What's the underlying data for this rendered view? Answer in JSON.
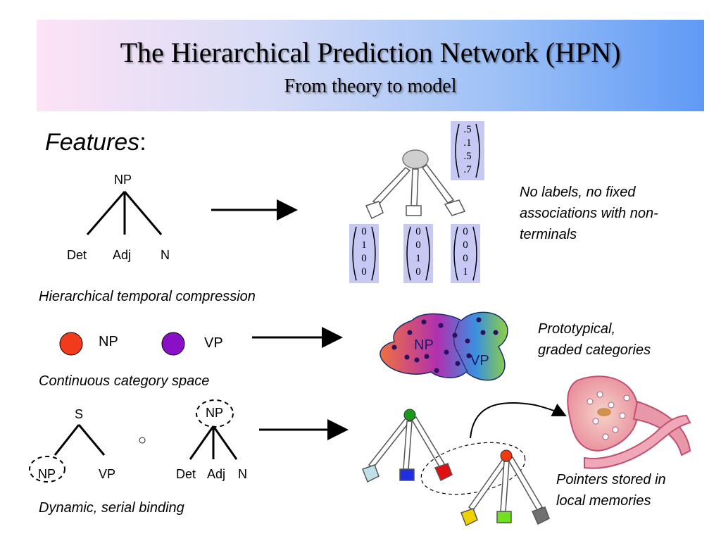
{
  "slide": {
    "title": "The Hierarchical Prediction Network (HPN)",
    "subtitle": "From theory to model",
    "features_word": "Features",
    "features_colon": ":"
  },
  "tree_np": {
    "root": "NP",
    "leaves": [
      "Det",
      "Adj",
      "N"
    ]
  },
  "vectors": {
    "top": [
      ".5",
      ".1",
      ".5",
      ".7"
    ],
    "left": [
      "0",
      "1",
      "0",
      "0"
    ],
    "middle": [
      "0",
      "0",
      "1",
      "0"
    ],
    "right": [
      "0",
      "0",
      "0",
      "1"
    ]
  },
  "notes": {
    "no_labels": [
      "No labels, no fixed",
      "associations with non-",
      "terminals"
    ],
    "compression": "Hierarchical temporal compression",
    "prototypical": [
      "Prototypical,",
      "graded categories"
    ],
    "continuous": "Continuous category space",
    "pointers": [
      "Pointers stored in",
      "local memories"
    ],
    "binding": "Dynamic, serial binding"
  },
  "categories": {
    "np_label": "NP",
    "vp_label": "VP",
    "np_color": "#f23a1c",
    "vp_color": "#8a10c8"
  },
  "blob": {
    "np_label": "NP",
    "vp_label": "VP"
  },
  "binding_trees": {
    "s_tree": {
      "root": "S",
      "left": "NP",
      "right": "VP"
    },
    "np_tree": {
      "root": "NP",
      "leaves": [
        "Det",
        "Adj",
        "N"
      ]
    },
    "operator": "○"
  },
  "node_colors": {
    "upper_root": "#1a9a1a",
    "upper_slots": [
      "#bfe0e8",
      "#1f2fe0",
      "#e01010"
    ],
    "lower_root": "#f03a10",
    "lower_slots": [
      "#f0d000",
      "#70e020",
      "#707070"
    ]
  }
}
